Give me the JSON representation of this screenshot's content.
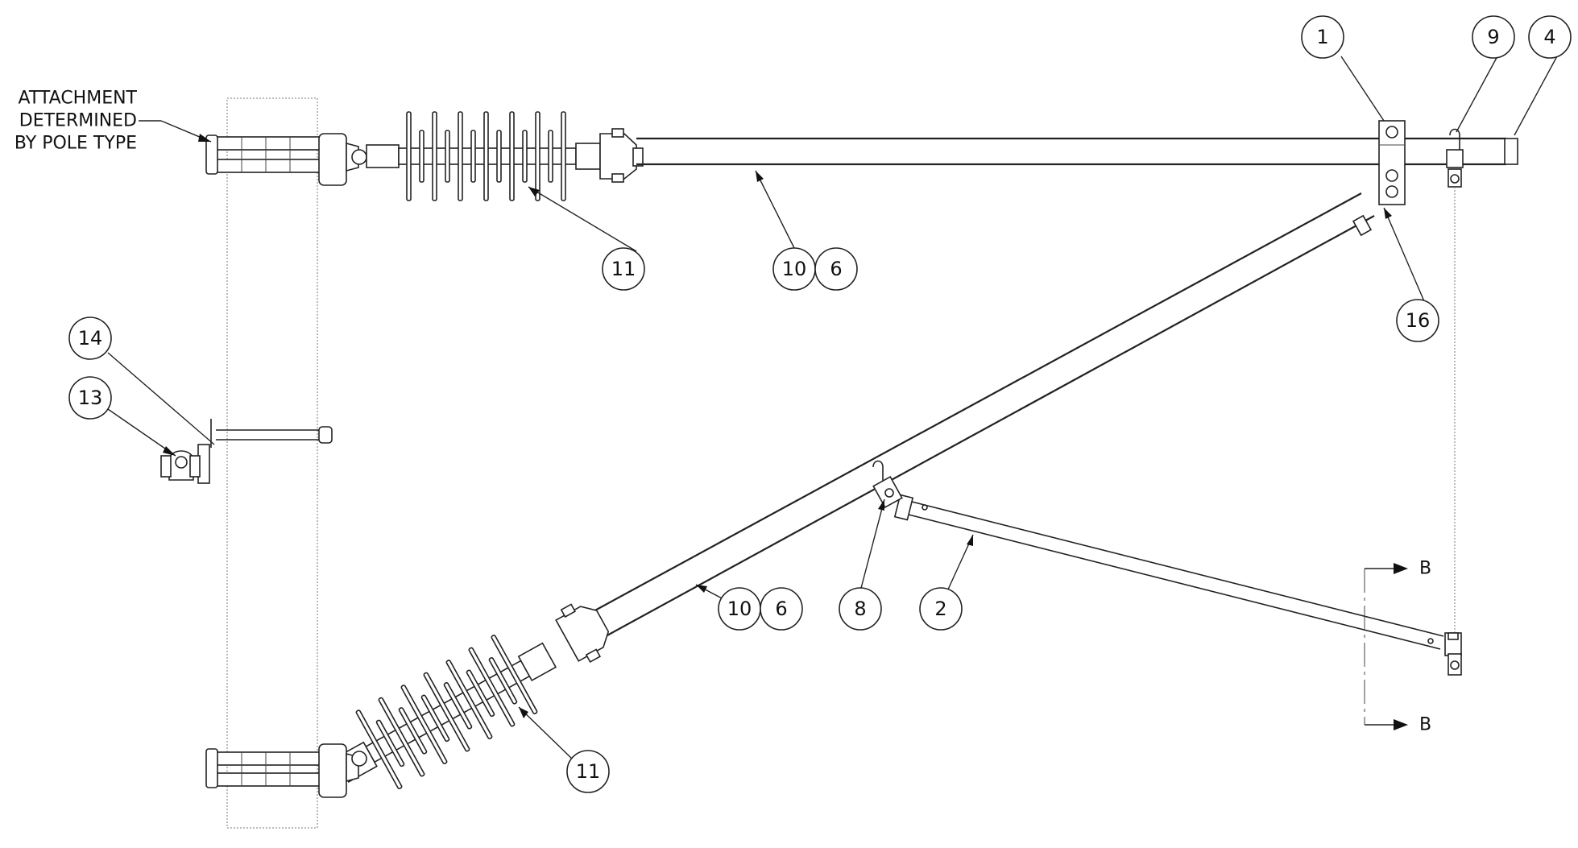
{
  "note": {
    "line1": "ATTACHMENT",
    "line2": "DETERMINED",
    "line3": "BY POLE TYPE"
  },
  "balloons": {
    "b1": "1",
    "b9": "9",
    "b4": "4",
    "b11_top": "11",
    "b10_top": "10",
    "b6_top": "6",
    "b16": "16",
    "b14": "14",
    "b13": "13",
    "b10_mid": "10",
    "b6_mid": "6",
    "b8": "8",
    "b2": "2",
    "b11_bottom": "11"
  },
  "section": {
    "top": "B",
    "bottom": "B"
  },
  "colors": {
    "line": "#222222",
    "background": "#ffffff"
  }
}
